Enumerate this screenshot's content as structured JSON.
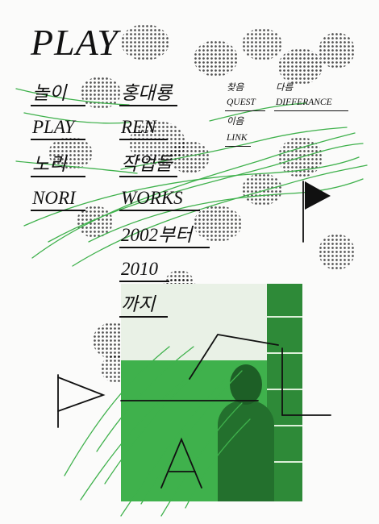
{
  "title": "PLAY",
  "left_column": [
    "놀이",
    "PLAY",
    "노리",
    "NORI"
  ],
  "middle_column": [
    "홍대룡",
    "REN",
    "작업들",
    "WORKS",
    "2002부터",
    "2010",
    "까지"
  ],
  "nav": {
    "col1": [
      "찾음",
      "QUEST",
      "이음",
      "LINK"
    ],
    "col2": [
      "다름",
      "DIFFERANCE"
    ]
  },
  "accent_color": "#3fb14c"
}
